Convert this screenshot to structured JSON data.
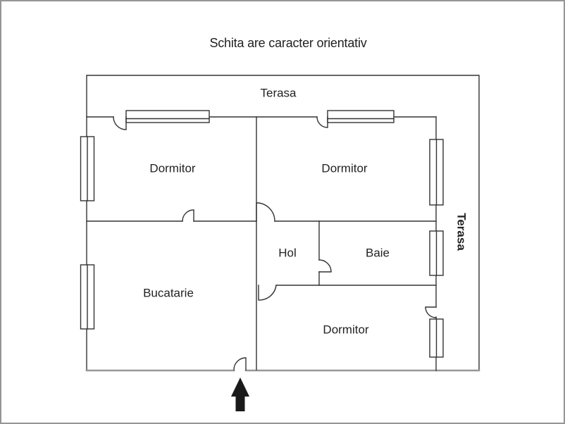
{
  "title": "Schita are caracter orientativ",
  "floorplan": {
    "labels": {
      "terasa_top": "Terasa",
      "terasa_right": "Terasa",
      "dormitor_top_left": "Dormitor",
      "dormitor_top_right": "Dormitor",
      "hol": "Hol",
      "baie": "Baie",
      "bucatarie": "Bucatarie",
      "dormitor_bottom": "Dormitor"
    },
    "colors": {
      "wall_line": "#333333",
      "exterior_bottom_wall": "#979797",
      "page_border": "#969696",
      "text": "#222222",
      "entrance_arrow": "#1a1a1a",
      "background": "#ffffff"
    },
    "entrance": {
      "direction": "up"
    }
  }
}
